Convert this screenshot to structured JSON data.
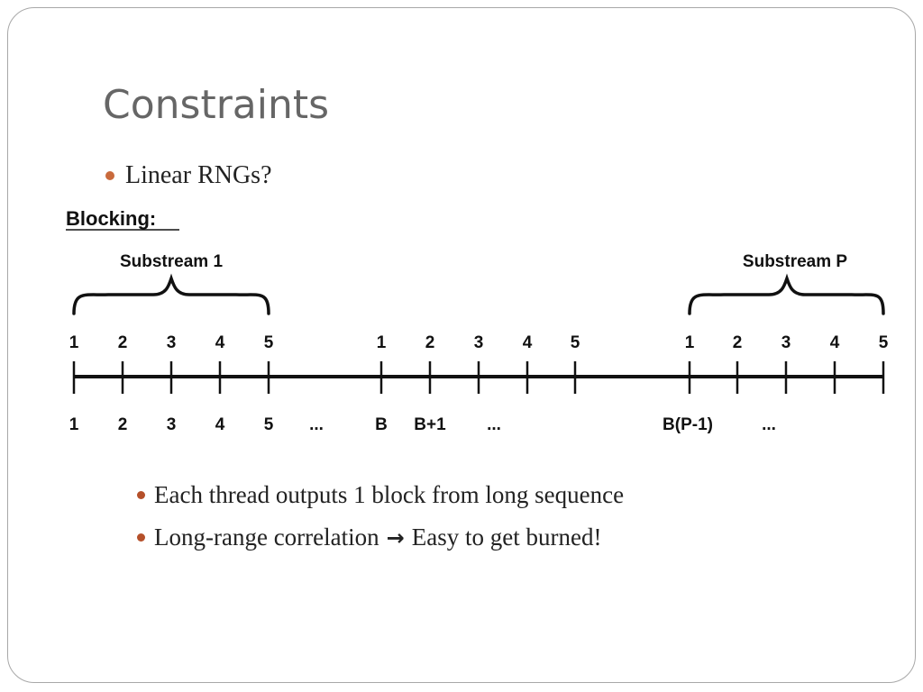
{
  "slide": {
    "title": "Constraints",
    "bullet_main": "Linear RNGs?",
    "sub_bullets": [
      {
        "before": "Each thread outputs 1 block from long sequence",
        "after": ""
      },
      {
        "before": "Long-range correlation",
        "after": "Easy to get burned!"
      }
    ]
  },
  "diagram": {
    "heading": "Blocking:",
    "brace_labels": [
      "Substream 1",
      "Substream P"
    ],
    "top_labels": [
      [
        "1",
        "2",
        "3",
        "4",
        "5"
      ],
      [
        "1",
        "2",
        "3",
        "4",
        "5"
      ],
      [
        "1",
        "2",
        "3",
        "4",
        "5"
      ]
    ],
    "bottom_labels": [
      "1",
      "2",
      "3",
      "4",
      "5",
      "...",
      "B",
      "B+1",
      "...",
      "B(P-1)",
      "..."
    ]
  }
}
